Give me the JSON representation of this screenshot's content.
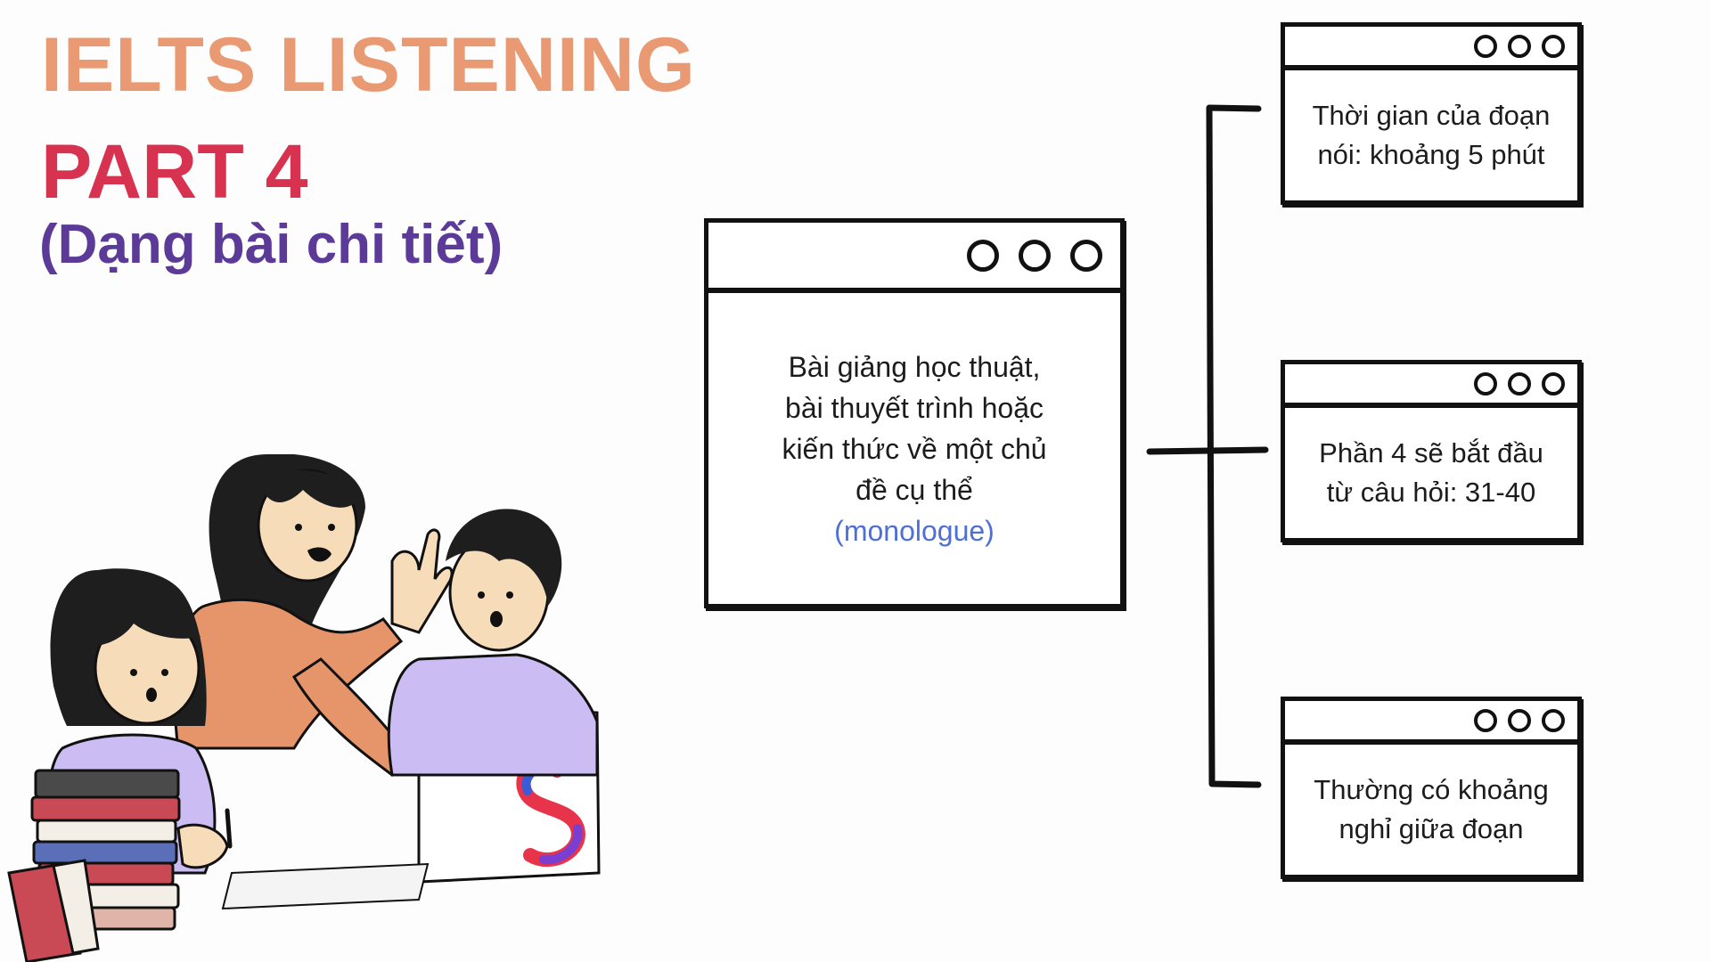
{
  "header": {
    "line1": "IELTS LISTENING",
    "line2": "PART 4",
    "line3": "(Dạng bài chi tiết)"
  },
  "main_box": {
    "lines": [
      "Bài giảng học thuật,",
      "bài thuyết trình hoặc",
      "kiến thức về một chủ",
      "đề cụ thể"
    ],
    "highlight": "(monologue)"
  },
  "side_boxes": [
    {
      "lines": [
        "Thời gian của đoạn",
        "nói: khoảng 5 phút"
      ]
    },
    {
      "lines": [
        "Phần 4 sẽ bắt đầu",
        "từ câu hỏi: 31-40"
      ]
    },
    {
      "lines": [
        "Thường có khoảng",
        "nghỉ giữa đoạn"
      ]
    }
  ],
  "colors": {
    "title_orange": "#e99a73",
    "title_red": "#d7324f",
    "title_purple": "#5c3a98",
    "accent_blue": "#4e6fd8",
    "ink": "#111111"
  },
  "icons": [
    "window-dots-icon",
    "brand-logo-icon"
  ]
}
